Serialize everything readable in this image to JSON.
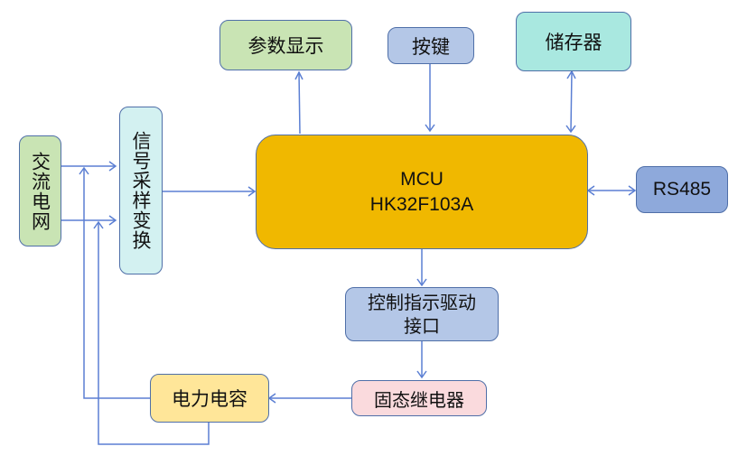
{
  "diagram": {
    "nodes": {
      "ac_grid": {
        "label": "交流电网",
        "color": "#c9e4b4"
      },
      "signal_sampling": {
        "label": "信号采样变换",
        "color": "#d3f1f1"
      },
      "param_display": {
        "label": "参数显示",
        "color": "#c9e4b4"
      },
      "keys": {
        "label": "按键",
        "color": "#b4c7e7"
      },
      "storage": {
        "label": "储存器",
        "color": "#a9e8e0"
      },
      "mcu": {
        "label": "MCU\nHK32F103A",
        "color": "#f0b800"
      },
      "rs485": {
        "label": "RS485",
        "color": "#8ea9db"
      },
      "control_driver": {
        "label": "控制指示驱动\n接口",
        "color": "#b4c7e7"
      },
      "ssr": {
        "label": "固态继电器",
        "color": "#fadadd"
      },
      "power_capacitor": {
        "label": "电力电容",
        "color": "#ffe699"
      }
    },
    "edges": [
      {
        "from": "ac_grid",
        "to": "signal_sampling",
        "direction": "forward"
      },
      {
        "from": "ac_grid",
        "to": "signal_sampling",
        "direction": "forward"
      },
      {
        "from": "signal_sampling",
        "to": "mcu",
        "direction": "forward"
      },
      {
        "from": "mcu",
        "to": "param_display",
        "direction": "forward"
      },
      {
        "from": "keys",
        "to": "mcu",
        "direction": "forward"
      },
      {
        "from": "storage",
        "to": "mcu",
        "direction": "both"
      },
      {
        "from": "mcu",
        "to": "rs485",
        "direction": "both"
      },
      {
        "from": "mcu",
        "to": "control_driver",
        "direction": "forward"
      },
      {
        "from": "control_driver",
        "to": "ssr",
        "direction": "forward"
      },
      {
        "from": "ssr",
        "to": "power_capacitor",
        "direction": "forward"
      },
      {
        "from": "power_capacitor",
        "to": "signal_sampling",
        "direction": "forward"
      },
      {
        "from": "power_capacitor",
        "to": "signal_sampling",
        "direction": "forward"
      }
    ],
    "colors": {
      "line": "#5b7fd3",
      "border": "#4f6fa8"
    }
  }
}
